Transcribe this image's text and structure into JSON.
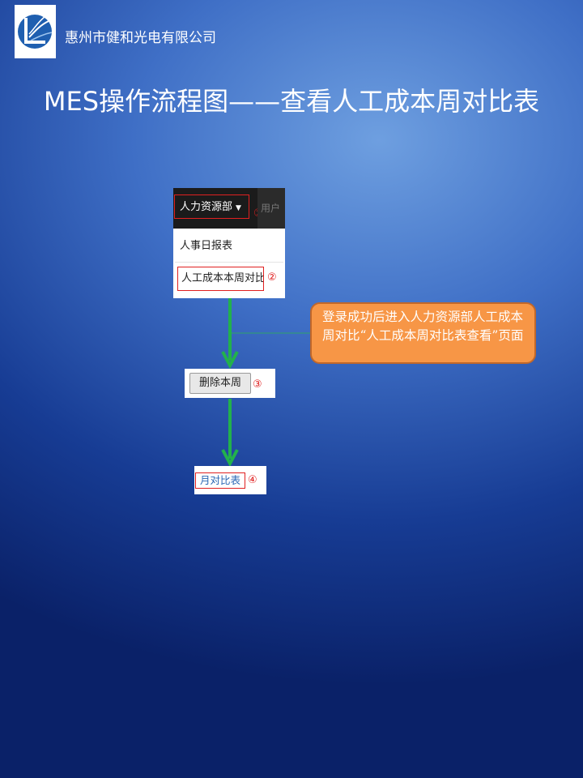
{
  "header": {
    "company": "惠州市健和光电有限公司",
    "title": "MES操作流程图——查看人工成本周对比表"
  },
  "menu": {
    "dept_label": "人力资源部",
    "step1": "①",
    "user_label": "用户",
    "item1": "人事日报表",
    "item2": "人工成本本周对比",
    "step2": "②"
  },
  "callout": {
    "text": "登录成功后进入人力资源部人工成本周对比“人工成本周对比表查看”页面"
  },
  "delete": {
    "button_label": "删除本周",
    "step3": "③"
  },
  "month": {
    "link_label": "月对比表",
    "step4": "④"
  },
  "colors": {
    "arrow": "#22b14c",
    "callout": "#f79646",
    "highlight": "#e02020"
  }
}
